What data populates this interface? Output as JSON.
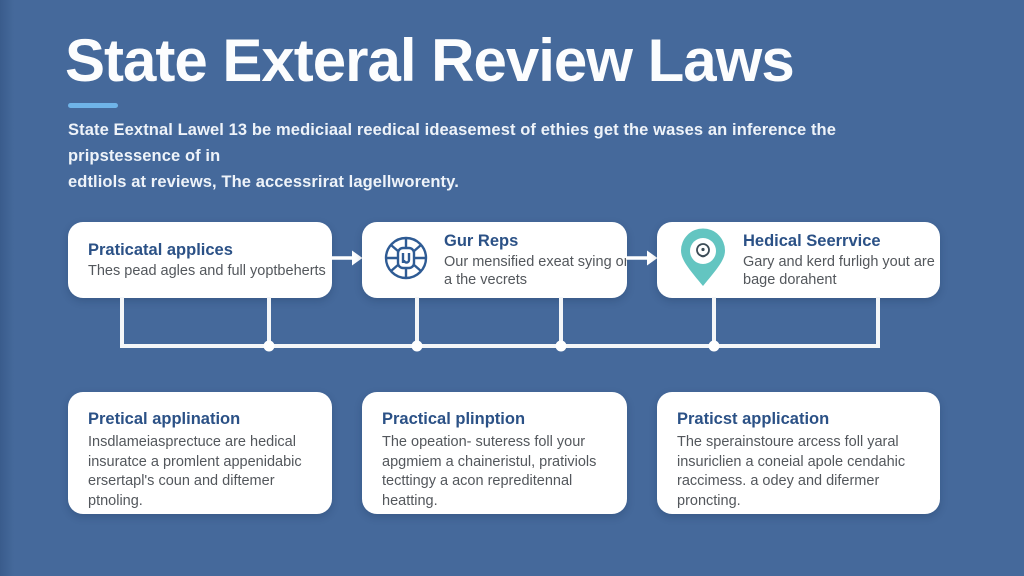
{
  "page": {
    "title": "State Exteral Review Laws",
    "subtitle_line1": "State Eextnal Lawel 13 be mediciaal reedical ideasemest of ethies get the wases an inference the pripstessence of in",
    "subtitle_line2": "edtliols at reviews, The accessrirat lagellworenty."
  },
  "flow": {
    "steps": [
      {
        "title": "Praticatal applices",
        "description": "Thes pead agles and full yoptbeherts",
        "icon": "none"
      },
      {
        "title": "Gur Reps",
        "description": "Our mensified exeat sying or a the vecrets",
        "icon": "globe-icon"
      },
      {
        "title": "Hedical Seerrvice",
        "description": "Gary and kerd furligh yout are bage dorahent",
        "icon": "location-pin-icon"
      }
    ]
  },
  "cards": [
    {
      "title": "Pretical applination",
      "body": "Insdlameiasprectuce are hedical insuratce a promlent appenidabic ersertapl's coun and diftemer ptnoling."
    },
    {
      "title": "Practical plinption",
      "body": "The opeation- suteress foll your apgmiem a chaineristul, prativiols tecttingy a acon repreditennal heatting."
    },
    {
      "title": "Praticst application",
      "body": "The sperainstoure arcess foll yaral insuriclien a coneial apole cendahic raccimess. a odey and difermer proncting."
    }
  ],
  "colors": {
    "background": "#45699b",
    "accent_underline": "#6fb4e8",
    "card_title_blue": "#2b5186",
    "body_text_gray": "#53575c",
    "pin_teal": "#63c5c1",
    "globe_stroke": "#2e5b94",
    "connector_white": "#f4f6f8"
  }
}
